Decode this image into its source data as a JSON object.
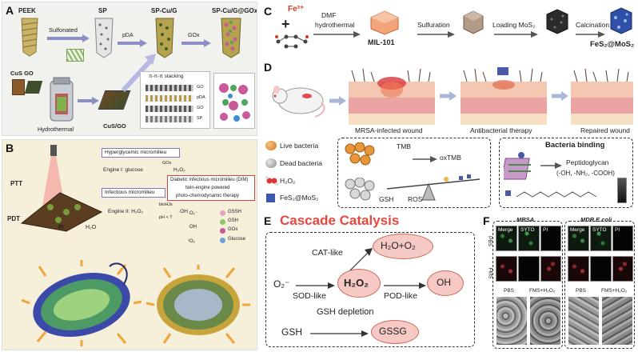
{
  "panel_a": {
    "label": "A",
    "peek": "PEEK",
    "sulfonated": "Sulfonated",
    "sp": "SP",
    "pda": "pDA",
    "sp_cu_g": "SP-Cu/G",
    "gox": "GOx",
    "sp_cu_g_gox": "SP-Cu/G@GOx",
    "cus_go": "CuS GO",
    "hydrothermal": "Hydrothermal",
    "cus_over_go": "CuS/GO",
    "stacking": "π-π-π stacking",
    "stack_layers": [
      "GO",
      "pDA",
      "GO",
      "SP"
    ]
  },
  "panel_b": {
    "label": "B",
    "ptt": "PTT",
    "pdt": "PDT",
    "hyperglycemic": "Hyperglycemic micromilieu",
    "engine1_prefix": "Engine I: glucose",
    "engine1_over": "GOx",
    "engine1_product": "H₂O₂",
    "dim_box": [
      "Diabetic infectious micromilieu (DIM)",
      "twin-engine powered",
      "photo-chemodynamic therapy"
    ],
    "infectious": "Infectious micromilieu",
    "engine2_prefix": "Engine II: H₂O₂",
    "engine2_over": "bioHJs",
    "engine2_under": "pH < 7",
    "engine2_product": "·OH",
    "pi": "PI",
    "h2o": "H₂O",
    "legend": [
      "GSSH",
      "GSH",
      "GOx",
      "Glucose"
    ],
    "legend_symbols": [
      "·O₂⁻",
      "·OH",
      "¹O₂"
    ]
  },
  "panel_c": {
    "label": "C",
    "fe": "Fe³⁺",
    "plus": "+",
    "dmf": "DMF",
    "hydrothermal": "hydrothermal",
    "mil": "MIL-101",
    "sulfuration": "Sulfuration",
    "loading": "Loading MoS₂",
    "calcination": "Calcination",
    "product": "FeS₂@MoS₂"
  },
  "panel_d": {
    "label": "D",
    "stage1": "MRSA-infected wound",
    "stage2": "Antibacterial therapy",
    "stage3": "Repaired wound",
    "legend": [
      "Live bacteria",
      "Dead bacteria",
      "H₂O₂",
      "FeS₂@MoS₂"
    ],
    "tmb": "TMB",
    "oxtmb": "oxTMB",
    "gsh": "GSH",
    "ros": "ROS",
    "binding_title": "Bacteria binding",
    "peptidoglycan": "Peptidoglycan",
    "groups": "(-OH, -NH₂, -COOH)"
  },
  "panel_e": {
    "label": "E",
    "title": "Cascade Catalysis",
    "o2minus": "O₂⁻",
    "sod": "SOD-like",
    "h2o2": "H₂O₂",
    "cat": "CAT-like",
    "h2o_o2": "H₂O+O₂",
    "pod": "POD-like",
    "oh": "OH",
    "gsh_depletion": "GSH depletion",
    "gsh": "GSH",
    "gssg": "GSSG",
    "colors": {
      "title": "#e8473f",
      "circle": "#f6c9c4",
      "circle_border": "#c96b5e"
    }
  },
  "panel_f": {
    "label": "F",
    "mrsa": "MRSA",
    "mdr": "MDR E.coli",
    "cols": [
      "Merge",
      "SYTO",
      "PI"
    ],
    "rows": [
      "PBS",
      "FMS"
    ],
    "sem_left": [
      "PBS",
      "FMS+H₂O₂"
    ],
    "sem_right": [
      "PBS",
      "FMS+H₂O₂"
    ]
  }
}
